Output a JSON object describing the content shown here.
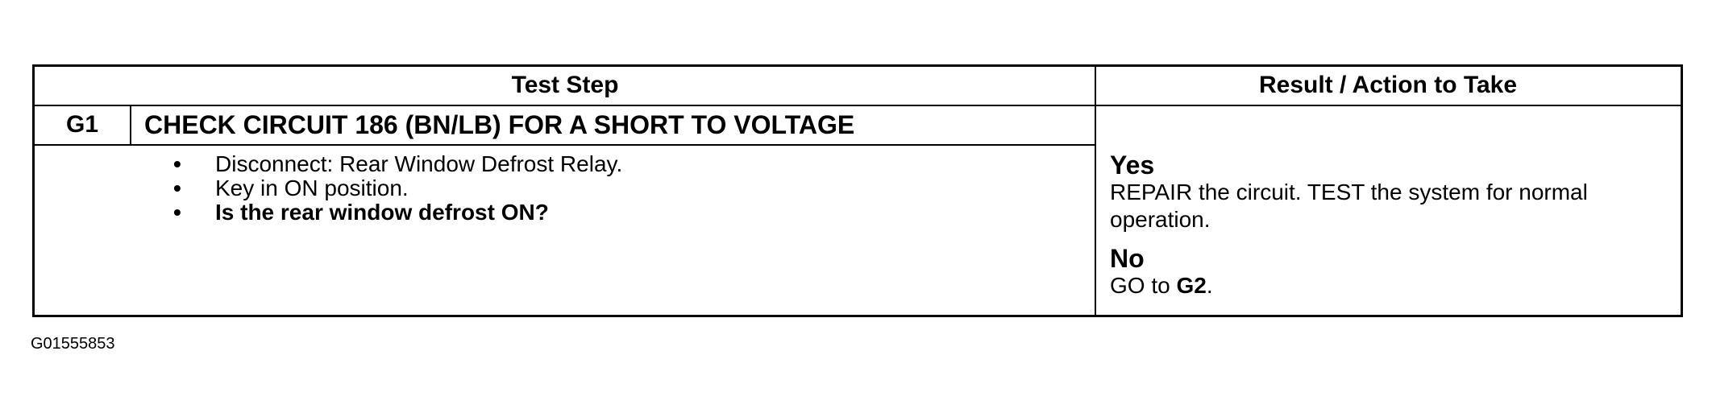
{
  "table": {
    "header": {
      "step": "Test Step",
      "result": "Result / Action to Take"
    },
    "step": {
      "id": "G1",
      "title": "CHECK CIRCUIT 186 (BN/LB) FOR A SHORT TO VOLTAGE",
      "bullets": [
        "Disconnect: Rear Window Defrost Relay.",
        "Key in ON position.",
        "Is the rear window defrost ON?"
      ]
    },
    "results": {
      "yes_label": "Yes",
      "yes_text": "REPAIR the circuit. TEST the system for normal operation.",
      "no_label": "No",
      "no_text_prefix": "GO to ",
      "no_text_target": "G2",
      "no_text_suffix": "."
    }
  },
  "figure_id": "G01555853"
}
